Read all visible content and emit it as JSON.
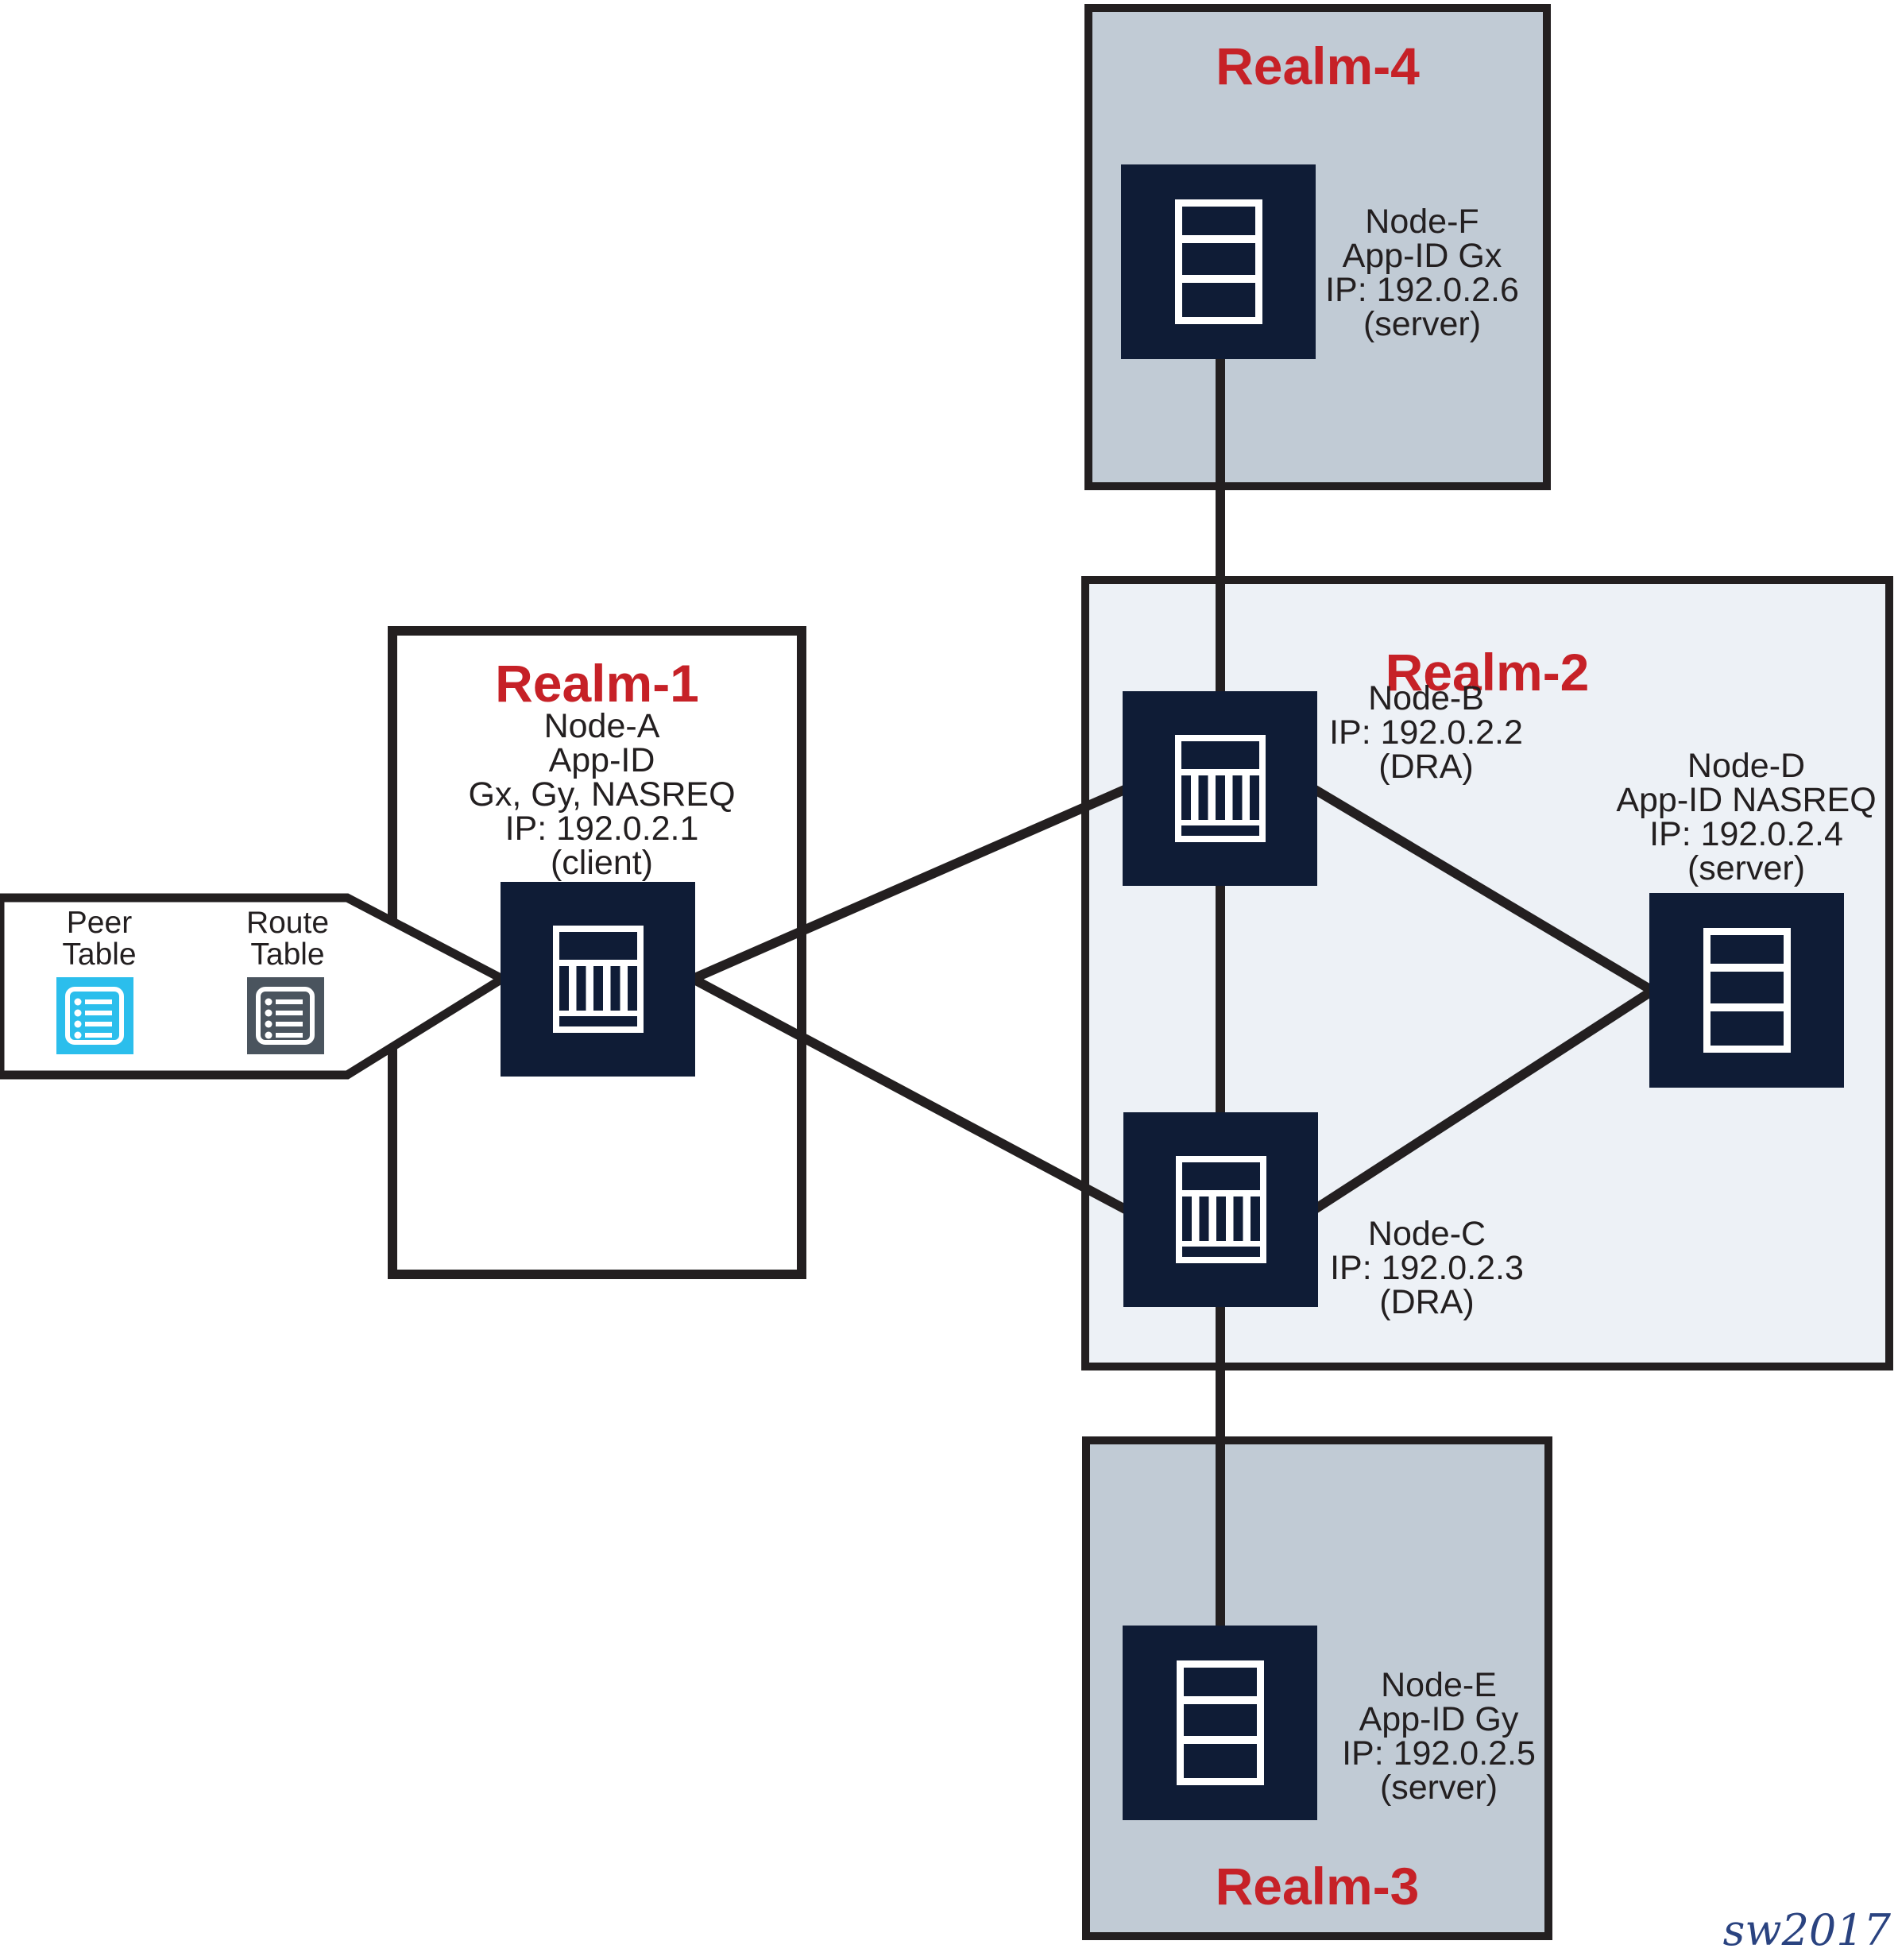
{
  "colors": {
    "realm_fill_gray": "#C1CBD5",
    "realm_fill_light": "#EDF1F6",
    "node_navy": "#0F1C36",
    "title_red": "#C62127",
    "line_black": "#231F20",
    "peer_cyan": "#2BBEEC",
    "route_slate": "#4A545E",
    "watermark_blue": "#2A4380"
  },
  "realms": [
    {
      "title": "Realm-1"
    },
    {
      "title": "Realm-2"
    },
    {
      "title": "Realm-3"
    },
    {
      "title": "Realm-4"
    }
  ],
  "nodes": {
    "a": {
      "lines": [
        "Node-A",
        "App-ID",
        "Gx, Gy, NASREQ",
        "IP: 192.0.2.1",
        "(client)"
      ]
    },
    "b": {
      "lines": [
        "Node-B",
        "IP: 192.0.2.2",
        "(DRA)"
      ]
    },
    "c": {
      "lines": [
        "Node-C",
        "IP: 192.0.2.3",
        "(DRA)"
      ]
    },
    "d": {
      "lines": [
        "Node-D",
        "App-ID NASREQ",
        "IP: 192.0.2.4",
        "(server)"
      ]
    },
    "e": {
      "lines": [
        "Node-E",
        "App-ID Gy",
        "IP: 192.0.2.5",
        "(server)"
      ]
    },
    "f": {
      "lines": [
        "Node-F",
        "App-ID Gx",
        "IP: 192.0.2.6",
        "(server)"
      ]
    }
  },
  "peer_table": {
    "line1": "Peer",
    "line2": "Table"
  },
  "route_table": {
    "line1": "Route",
    "line2": "Table"
  },
  "watermark": "sw2017"
}
